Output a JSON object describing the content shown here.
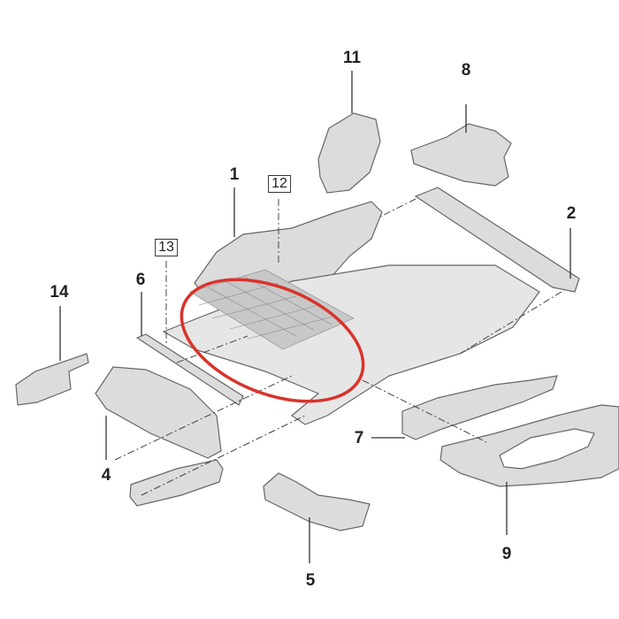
{
  "diagram": {
    "title": "Seat frame exploded parts view",
    "accent_color": "#d9332b",
    "part_color": "#d8d8d8",
    "labels": [
      {
        "id": "p11",
        "text": "11"
      },
      {
        "id": "p8",
        "text": "8"
      },
      {
        "id": "p1",
        "text": "1"
      },
      {
        "id": "p12",
        "text": "12",
        "boxed": true
      },
      {
        "id": "p2",
        "text": "2"
      },
      {
        "id": "p13",
        "text": "13",
        "boxed": true
      },
      {
        "id": "p6",
        "text": "6"
      },
      {
        "id": "p14",
        "text": "14"
      },
      {
        "id": "p7",
        "text": "7"
      },
      {
        "id": "p4",
        "text": "4"
      },
      {
        "id": "p9",
        "text": "9"
      },
      {
        "id": "p5",
        "text": "5"
      }
    ]
  }
}
